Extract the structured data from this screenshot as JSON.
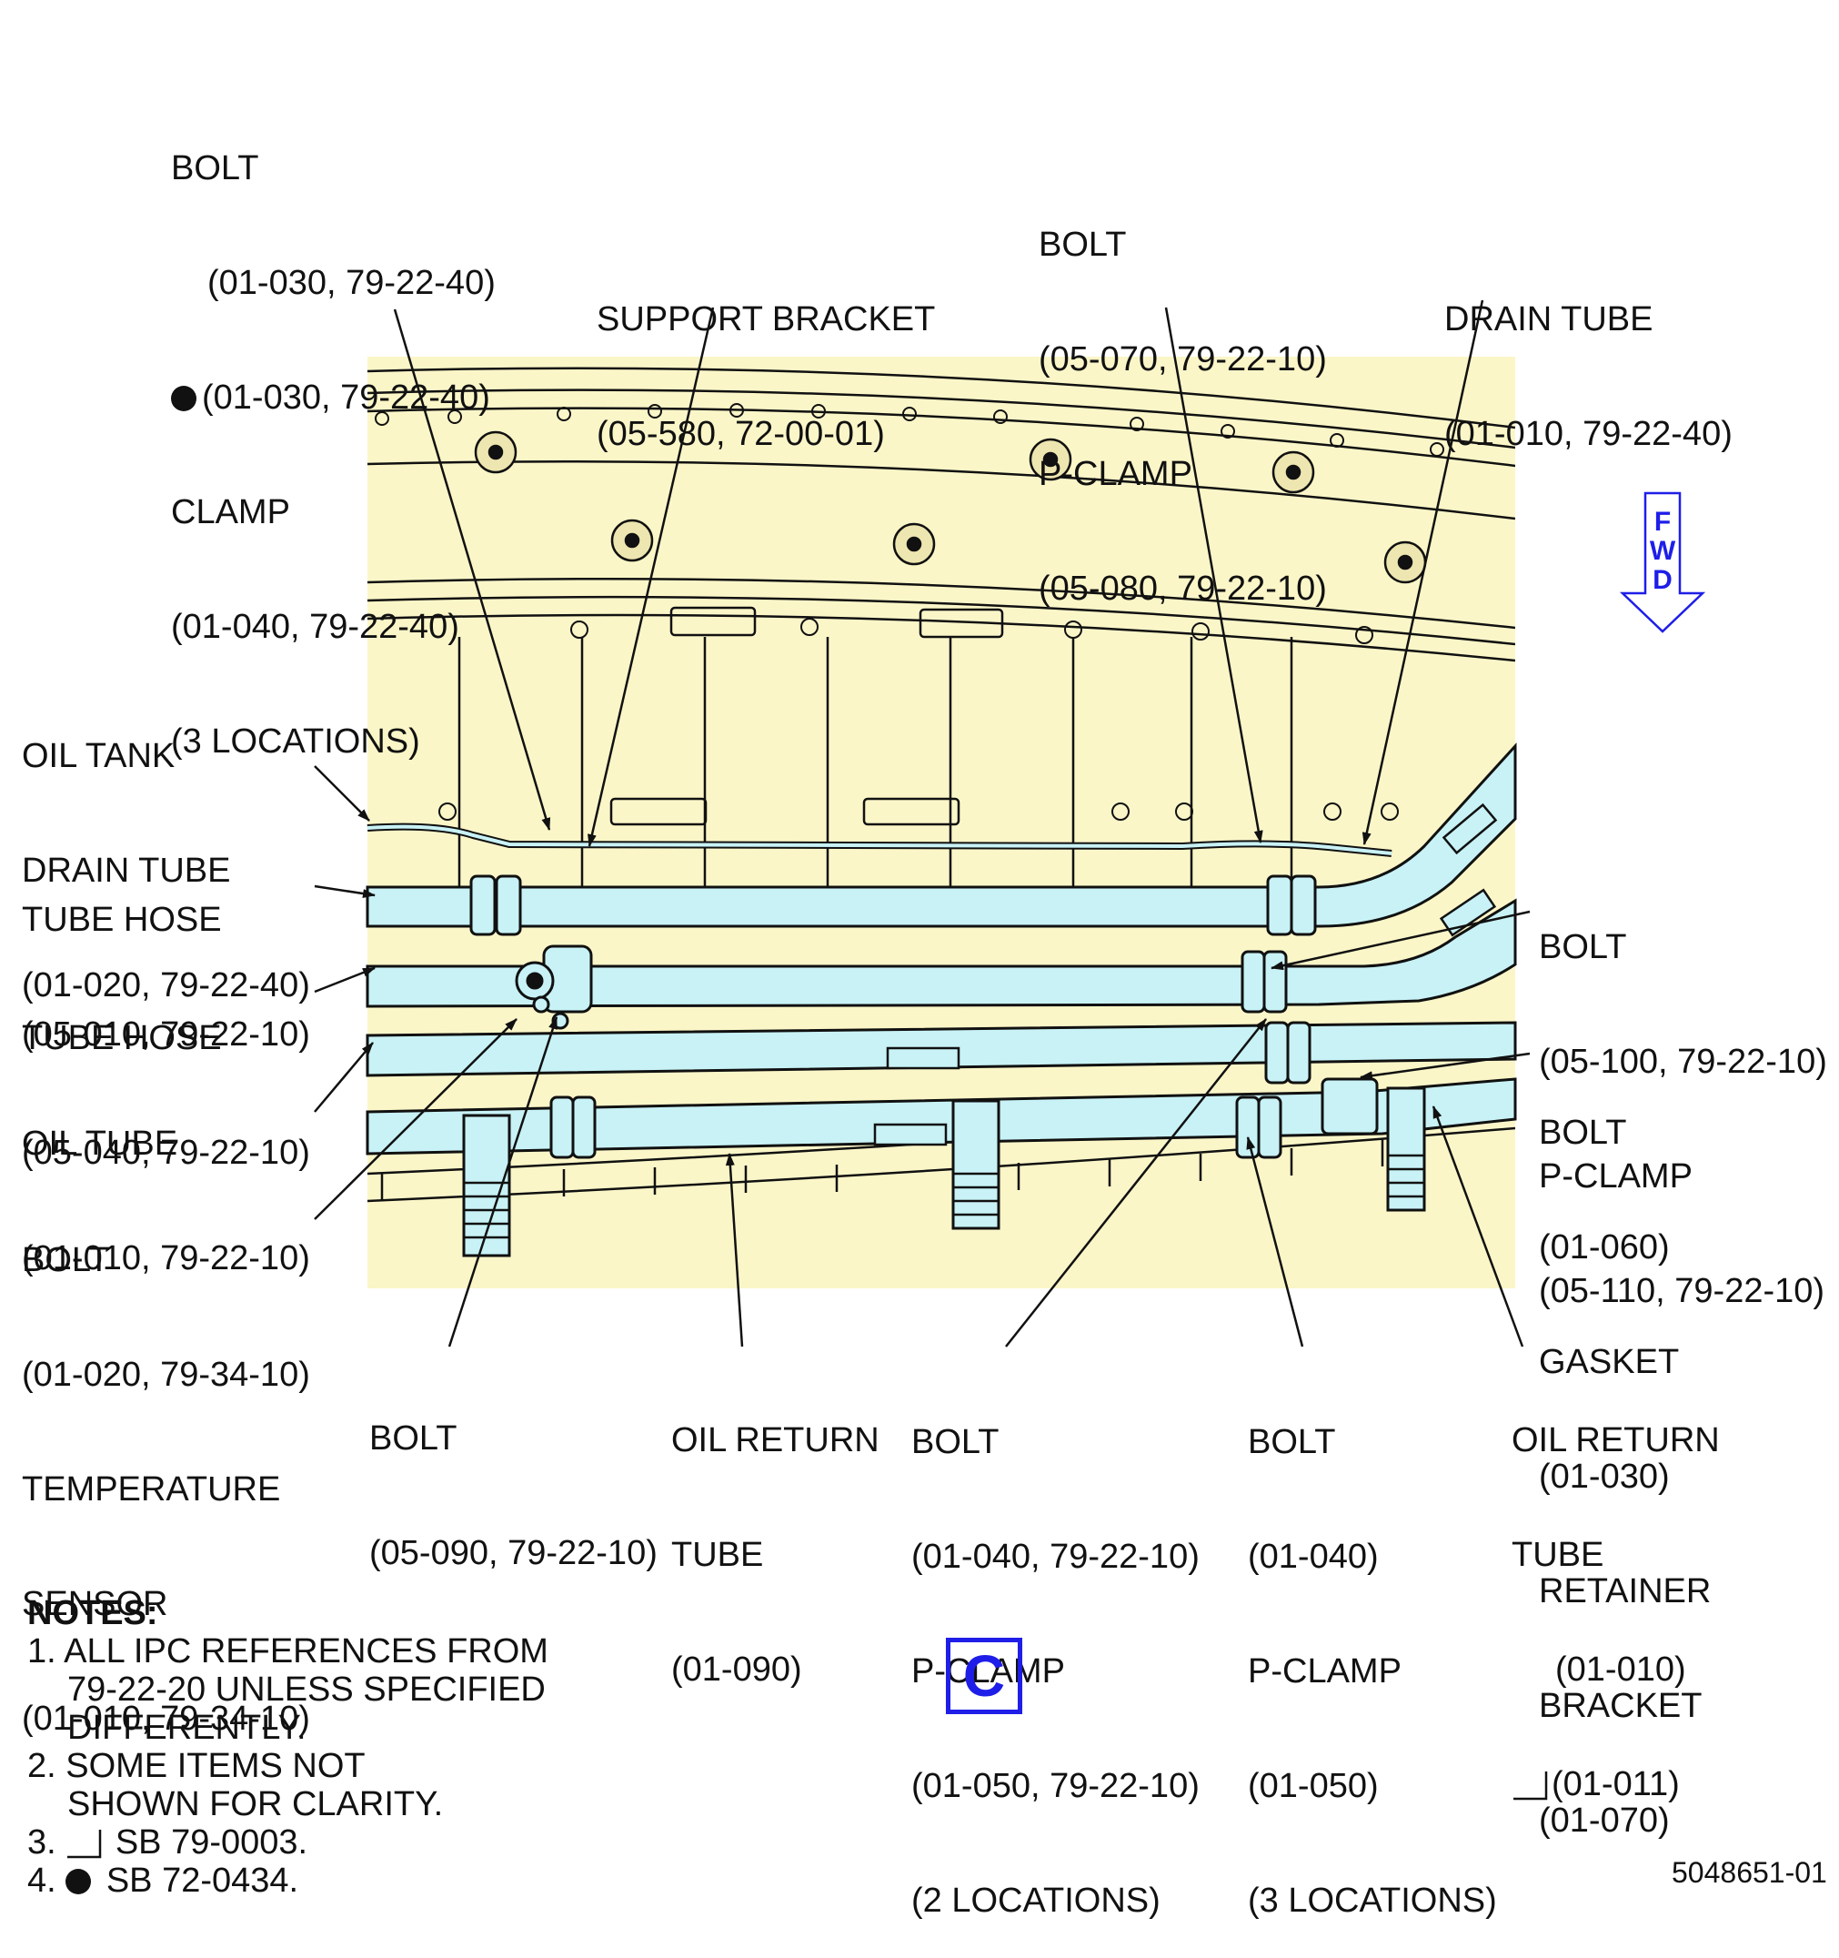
{
  "labels": {
    "bolt_clamp_3loc": [
      "BOLT",
      "(01-030, 79-22-40)",
      "(01-030, 79-22-40)",
      "CLAMP",
      "(01-040, 79-22-40)",
      "(3 LOCATIONS)"
    ],
    "support_bracket": [
      "SUPPORT BRACKET",
      "(05-580, 72-00-01)"
    ],
    "bolt_pclamp_05070": [
      "BOLT",
      "(05-070, 79-22-10)",
      "P-CLAMP",
      "(05-080, 79-22-10)"
    ],
    "drain_tube": [
      "DRAIN TUBE",
      "(01-010, 79-22-40)"
    ],
    "oil_tank_drain_tube": [
      "OIL TANK",
      "DRAIN TUBE",
      "(01-020, 79-22-40)"
    ],
    "tube_hose_05010": [
      "TUBE HOSE",
      "(05-010, 79-22-10)"
    ],
    "tube_hose_05040": [
      "TUBE HOSE",
      "(05-040, 79-22-10)"
    ],
    "oil_tube": [
      "OIL TUBE",
      "(01-010, 79-22-10)"
    ],
    "bolt_temp_sensor": [
      "BOLT",
      "(01-020, 79-34-10)",
      "TEMPERATURE",
      "SENSOR",
      "(01-010, 79-34-10)"
    ],
    "bolt_05090": [
      "BOLT",
      "(05-090, 79-22-10)"
    ],
    "oil_return_tube_01090": [
      "OIL RETURN",
      "TUBE",
      "(01-090)"
    ],
    "bolt_pclamp_2loc": [
      "BOLT",
      "(01-040, 79-22-10)",
      "P-CLAMP",
      "(01-050, 79-22-10)",
      "(2 LOCATIONS)"
    ],
    "bolt_pclamp_3loc": [
      "BOLT",
      "(01-040)",
      "P-CLAMP",
      "(01-050)",
      "(3 LOCATIONS)"
    ],
    "oil_return_tube_01010": [
      "OIL RETURN",
      "TUBE",
      "(01-010)",
      "(01-011)"
    ],
    "bolt_pclamp_05100": [
      "BOLT",
      "(05-100, 79-22-10)",
      "P-CLAMP",
      "(05-110, 79-22-10)"
    ],
    "bolt_gasket_retainer": [
      "BOLT",
      "(01-060)",
      "GASKET",
      "(01-030)",
      "RETAINER",
      "BRACKET",
      "(01-070)"
    ]
  },
  "fwd": [
    "F",
    "W",
    "D"
  ],
  "notes": {
    "title": "NOTES:",
    "n1": [
      "1. ALL IPC REFERENCES FROM",
      "79-22-20 UNLESS SPECIFIED",
      "DIFFERENTLY."
    ],
    "n2": [
      "2. SOME ITEMS NOT",
      "SHOWN FOR CLARITY."
    ],
    "n3_prefix": "3.",
    "n3_text": "SB 79-0003.",
    "n4_prefix": "4.",
    "n4_text": "SB 72-0434."
  },
  "view_letter": "C",
  "figure_number": "5048651-01",
  "colors": {
    "panel_background": "#fbf6c8",
    "tube_fill": "#c8f2f6",
    "line": "#111111",
    "accent_blue": "#1e1ee8"
  }
}
